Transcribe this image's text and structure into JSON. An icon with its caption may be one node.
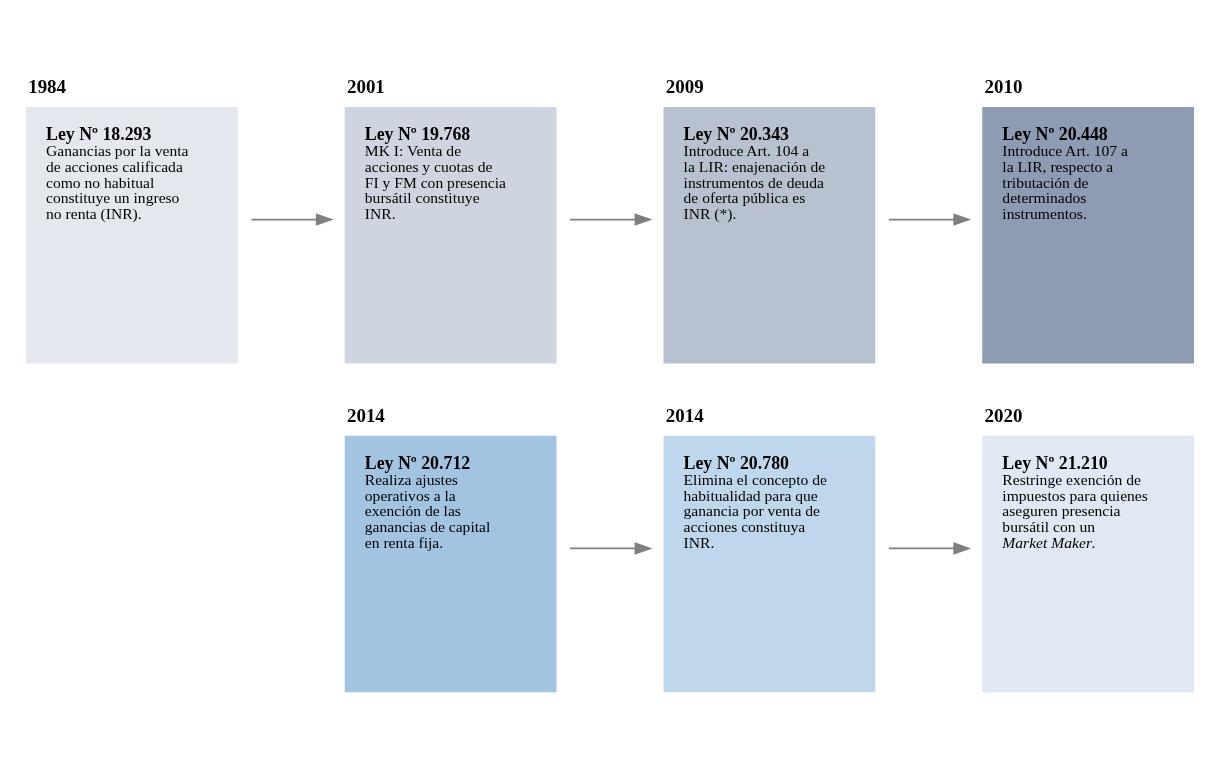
{
  "diagram": {
    "nodes": [
      {
        "text": [
          "Ley Nº 18.293",
          "Ganancias por la venta de acciones calificada como no habitual constituye un ingreso no renta (INR)."
        ],
        "beside": [
          "1984"
        ]
      },
      {
        "text": [
          "Ley Nº 19.768",
          "MK I: Venta de acciones y cuotas de FI y FM con presencia bursátil constituye INR."
        ],
        "beside": [
          "2001"
        ]
      },
      {
        "text": [
          "Ley Nº 20.343",
          "Introduce Art. 104 a la LIR: enajenación de instrumentos de deuda de oferta pública es INR (*)."
        ],
        "beside": [
          "2009"
        ]
      },
      {
        "text": [
          "Ley Nº 20.448",
          "Introduce Art. 107 a la LIR, respecto a tributación de determinados instrumentos."
        ],
        "beside": [
          "2010"
        ]
      },
      {
        "text": [
          "Ley Nº 20.712",
          "Realiza ajustes operativos a la exención de las ganancias de capital en renta fija."
        ],
        "beside": [
          "2014"
        ]
      },
      {
        "text": [
          "Ley Nº 20.780",
          "Elimina el concepto de habitualidad para que ganancia por venta de acciones constituya INR."
        ],
        "beside": [
          "2014"
        ]
      },
      {
        "text": [
          "Ley Nº 21.210",
          "Restringe exención de impuestos para quienes aseguren presencia bursátil con un *Market Maker*."
        ],
        "beside": [
          "2020"
        ]
      }
    ],
    "edges": [
      {
        "from": 0,
        "to": 1,
        "arrow": "to"
      },
      {
        "from": 1,
        "to": 2,
        "arrow": "to"
      },
      {
        "from": 2,
        "to": 3,
        "arrow": "to"
      },
      {
        "from": 4,
        "to": 5,
        "arrow": "to"
      },
      {
        "from": 5,
        "to": 6,
        "arrow": "to"
      }
    ]
  }
}
